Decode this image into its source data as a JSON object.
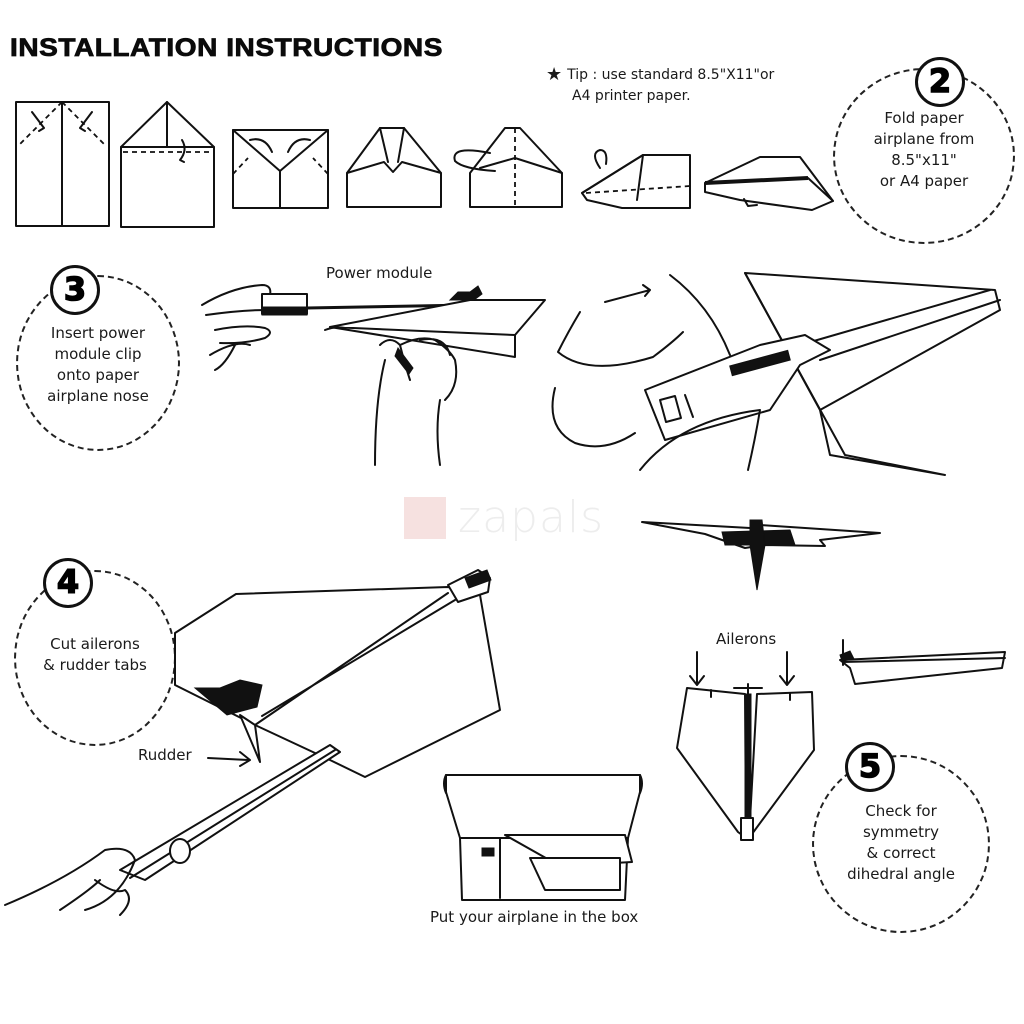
{
  "header": {
    "title": "INSTALLATION INSTRUCTIONS",
    "tip_icon": "star-icon",
    "tip_glyph": "★",
    "tip_line1": "Tip : use standard 8.5\"X11\"or",
    "tip_line2": "A4 printer paper."
  },
  "steps": [
    {
      "number": "2",
      "lines": [
        "Fold paper",
        "airplane from",
        "8.5\"x11\"",
        "or A4 paper"
      ]
    },
    {
      "number": "3",
      "lines": [
        "Insert power",
        "module clip",
        "onto paper",
        "airplane nose"
      ]
    },
    {
      "number": "4",
      "lines": [
        "Cut ailerons",
        "& rudder tabs"
      ]
    },
    {
      "number": "5",
      "lines": [
        "Check for",
        "symmetry",
        "& correct",
        "dihedral angle"
      ]
    }
  ],
  "labels": {
    "power_module": "Power module",
    "rudder": "Rudder",
    "ailerons": "Ailerons",
    "box": "Put your airplane in the box"
  },
  "folding_sequence": {
    "count": 7,
    "stages": [
      "sheet-center-crease",
      "top-corners-folded",
      "second-corner-fold",
      "tip-folded-down",
      "fold-in-half",
      "wing-fold",
      "finished-plane"
    ]
  },
  "watermark": {
    "text": "zapals",
    "logo_color": "#c4342c"
  },
  "colors": {
    "ink": "#111111",
    "background": "#ffffff"
  }
}
